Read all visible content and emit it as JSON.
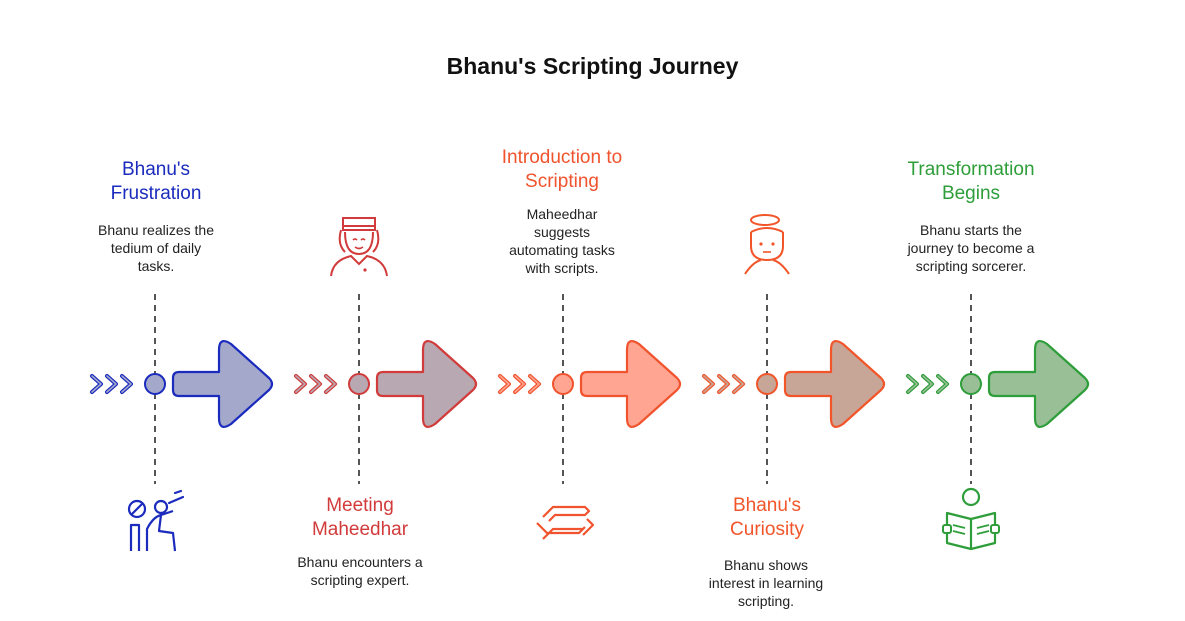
{
  "title": "Bhanu's Scripting Journey",
  "steps": [
    {
      "title_lines": [
        "Bhanu's",
        "Frustration"
      ],
      "desc_lines": [
        "Bhanu realizes the",
        "tedium of daily",
        "tasks."
      ],
      "color": "#1a2bbd",
      "arrow_fill": "#a4a9cc",
      "label_position": "top",
      "icon": "frustrated-person-icon"
    },
    {
      "title_lines": [
        "Meeting",
        "Maheedhar"
      ],
      "desc_lines": [
        "Bhanu encounters a",
        "scripting expert."
      ],
      "color": "#d23b3b",
      "arrow_fill": "#b8a8b2",
      "label_position": "bottom",
      "icon": "person-with-cap-icon"
    },
    {
      "title_lines": [
        "Introduction to",
        "Scripting"
      ],
      "desc_lines": [
        "Maheedhar",
        "suggests",
        "automating tasks",
        "with scripts."
      ],
      "color": "#f0532d",
      "arrow_fill": "#ffa592",
      "label_position": "top",
      "icon": "script-arrows-icon"
    },
    {
      "title_lines": [
        "Bhanu's",
        "Curiosity"
      ],
      "desc_lines": [
        "Bhanu shows",
        "interest in learning",
        "scripting."
      ],
      "color": "#f2552a",
      "arrow_fill": "#c8a697",
      "label_position": "bottom",
      "icon": "curious-person-icon"
    },
    {
      "title_lines": [
        "Transformation",
        "Begins"
      ],
      "desc_lines": [
        "Bhanu starts the",
        "journey to become a",
        "scripting sorcerer."
      ],
      "color": "#2e9e3a",
      "arrow_fill": "#98bf96",
      "label_position": "top",
      "icon": "reading-person-icon"
    }
  ]
}
